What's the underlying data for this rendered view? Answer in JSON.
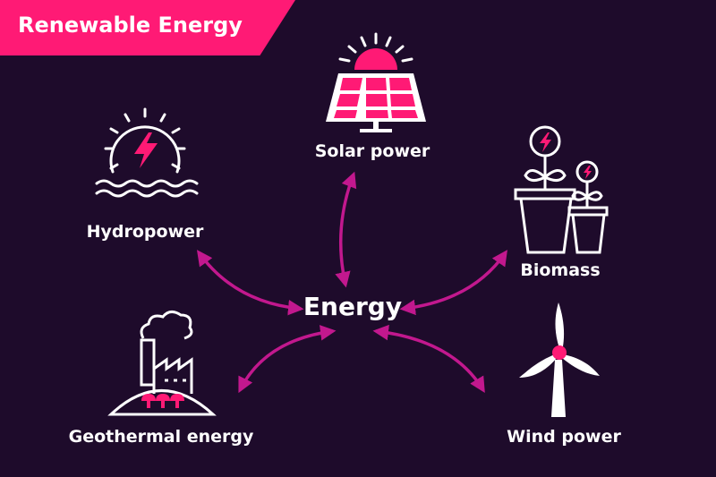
{
  "title": "Renewable Energy",
  "center": "Energy",
  "nodes": {
    "solar": {
      "label": "Solar power",
      "icon": "solar-panel-icon"
    },
    "hydro": {
      "label": "Hydropower",
      "icon": "water-wheel-icon"
    },
    "biomass": {
      "label": "Biomass",
      "icon": "potted-plants-icon"
    },
    "geothermal": {
      "label": "Geothermal energy",
      "icon": "geothermal-plant-icon"
    },
    "wind": {
      "label": "Wind power",
      "icon": "wind-turbine-icon"
    }
  },
  "colors": {
    "background": "#1e0b2b",
    "accent": "#ff1a75",
    "arrow": "#c2188e",
    "text": "#ffffff"
  }
}
